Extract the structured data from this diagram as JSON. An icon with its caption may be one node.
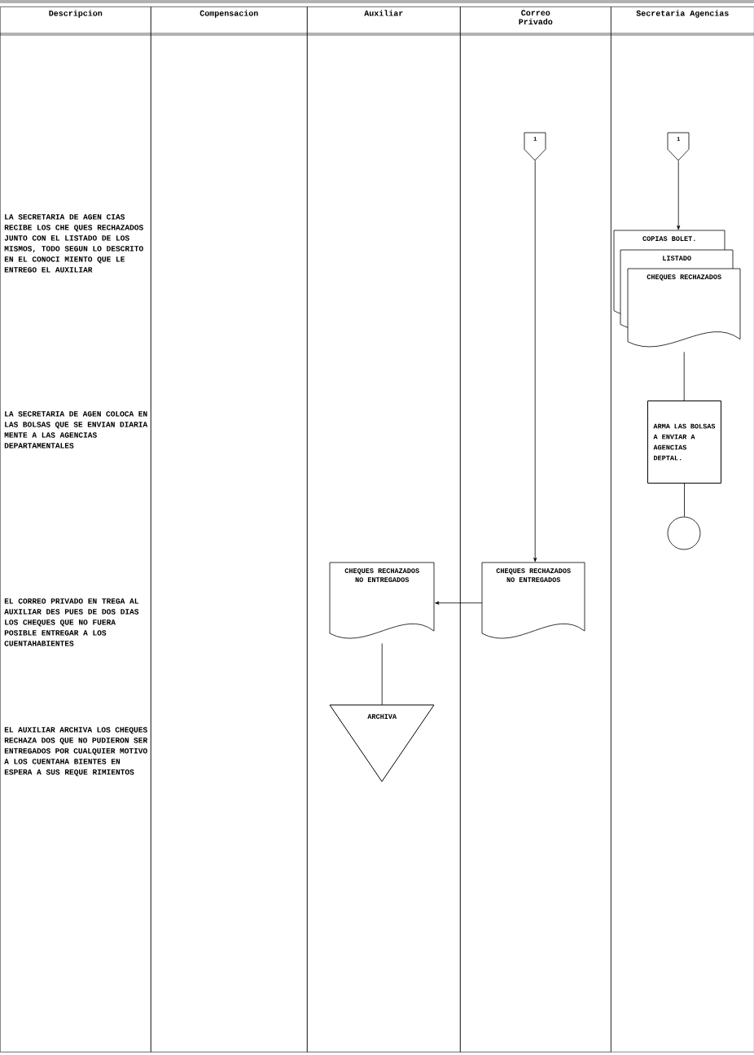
{
  "diagram": {
    "nodes": [
      {
        "text": [
          "Descripcion"
        ]
      },
      {
        "text": [
          "Compensacion"
        ]
      },
      {
        "text": [
          "Auxiliar"
        ]
      },
      {
        "text": [
          "Correo Privado"
        ]
      },
      {
        "text": [
          "Secretaria Agencias"
        ]
      },
      {
        "text": [
          "1"
        ],
        "in": 3
      },
      {
        "text": [
          "1"
        ],
        "in": 4
      },
      {
        "text": [
          "COPIAS BOLET."
        ],
        "in": 4
      },
      {
        "text": [
          "LISTADO"
        ],
        "in": 4
      },
      {
        "text": [
          "CHEQUES RECHAZADOS"
        ],
        "in": 4
      },
      {
        "text": [
          "ARMA LAS BOLSAS A ENVIAR A AGENCIAS DEPTAL."
        ],
        "in": 4
      },
      {
        "text": [],
        "shape": "circle",
        "in": 4
      },
      {
        "text": [
          "CHEQUES RECHAZADOS NO ENTREGADOS"
        ],
        "in": 3
      },
      {
        "text": [
          "CHEQUES RECHAZADOS NO ENTREGADOS"
        ],
        "in": 2
      },
      {
        "text": [
          "ARCHIVA"
        ],
        "in": 2
      }
    ],
    "edges": [
      {
        "from": 6,
        "to": 7,
        "arrow": "to"
      },
      {
        "from": 9,
        "to": 10,
        "arrow": "none"
      },
      {
        "from": 10,
        "to": 11,
        "arrow": "none"
      },
      {
        "from": 5,
        "to": 12,
        "arrow": "to"
      },
      {
        "from": 12,
        "to": 13,
        "arrow": "to"
      },
      {
        "from": 13,
        "to": 14,
        "arrow": "none"
      }
    ],
    "labels": [
      "LA SECRETARIA DE AGEN CIAS RECIBE LOS CHE QUES RECHAZADOS JUNTO CON EL LISTADO DE LOS MISMOS, TODO SEGUN LO DESCRITO EN EL CONOCI MIENTO QUE LE ENTREGO EL AUXILIAR",
      "LA SECRETARIA DE AGEN COLOCA EN LAS BOLSAS QUE SE ENVIAN DIARIA MENTE A LAS AGENCIAS DEPARTAMENTALES",
      "EL CORREO PRIVADO EN TREGA AL AUXILIAR DES PUES DE DOS DIAS LOS CHEQUES QUE NO FUERA POSIBLE ENTREGAR A LOS CUENTAHABIENTES",
      "EL AUXILIAR ARCHIVA LOS CHEQUES RECHAZA DOS QUE NO PUDIERON SER ENTREGADOS POR CUALQUIER MOTIVO A LOS CUENTAHA BIENTES EN ESPERA A SUS REQUE RIMIENTOS"
    ]
  }
}
